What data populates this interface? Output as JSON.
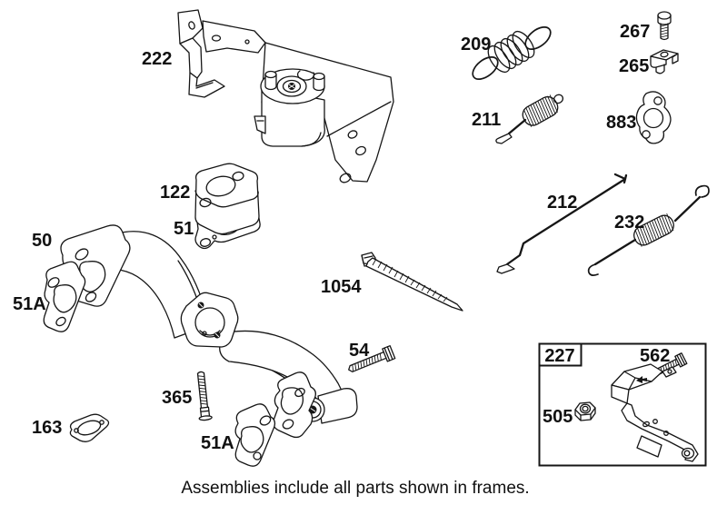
{
  "caption": "Assemblies include all parts shown in frames.",
  "labels": {
    "p222": "222",
    "p209": "209",
    "p267": "267",
    "p265": "265",
    "p211": "211",
    "p883": "883",
    "p122": "122",
    "p51": "51",
    "p50": "50",
    "p51a_left": "51A",
    "p212": "212",
    "p232": "232",
    "p1054": "1054",
    "p54": "54",
    "p365": "365",
    "p163": "163",
    "p51a_bottom": "51A",
    "p227": "227",
    "p562": "562",
    "p505": "505"
  }
}
